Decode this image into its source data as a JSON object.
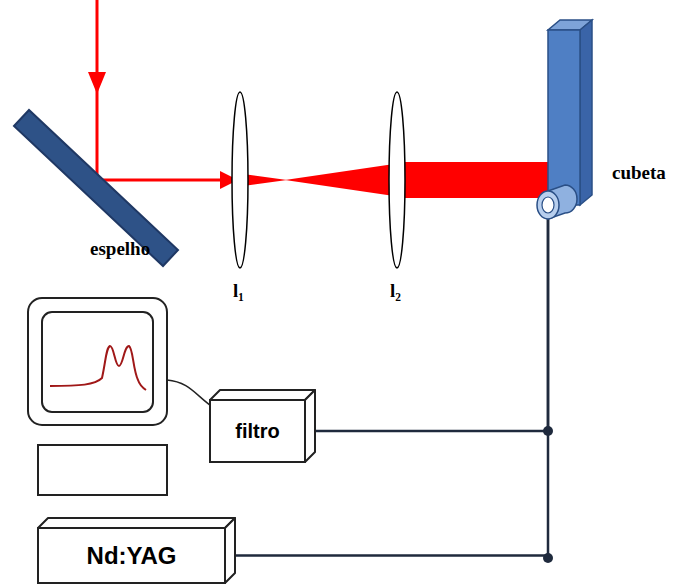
{
  "diagram": {
    "nodes": [
      {
        "text": [
          "cubeta"
        ]
      },
      {
        "text": [
          "filtro"
        ]
      },
      {
        "text": [
          "Nd:YAG"
        ]
      }
    ],
    "edges": [
      {
        "from": 0,
        "to": 1,
        "arrow": "none"
      },
      {
        "from": 0,
        "to": 2,
        "arrow": "none"
      }
    ],
    "labels": [
      "espelho",
      "l₁",
      "l₂"
    ]
  }
}
